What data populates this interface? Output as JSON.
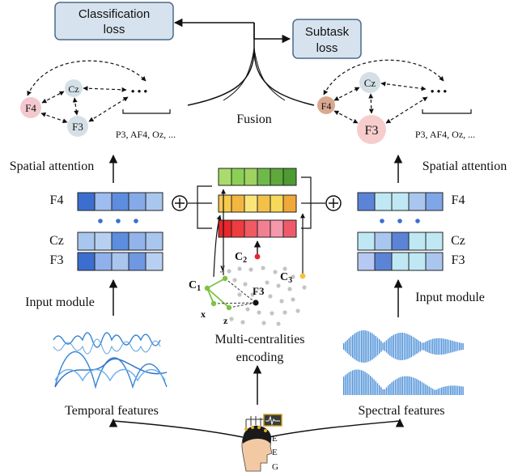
{
  "losses": {
    "classification_line1": "Classification",
    "classification_line2": "loss",
    "subtask_line1": "Subtask",
    "subtask_line2": "loss"
  },
  "fusion": "Fusion",
  "left_graph": {
    "node_f4": "F4",
    "node_cz": "Cz",
    "node_f3": "F3",
    "ellipsis": "• • •",
    "more_channels": "P3, AF4, Oz, ..."
  },
  "right_graph": {
    "node_f4": "F4",
    "node_cz": "Cz",
    "node_f3": "F3",
    "ellipsis": "• • •",
    "more_channels": "P3, AF4, Oz, ..."
  },
  "spatial_attention_left": "Spatial attention",
  "spatial_attention_right": "Spatial attention",
  "left_rows": {
    "f4": "F4",
    "cz": "Cz",
    "f3": "F3"
  },
  "right_rows": {
    "f4": "F4",
    "cz": "Cz",
    "f3": "F3"
  },
  "input_module_left": "Input module",
  "input_module_right": "Input module",
  "temporal_features": "Temporal features",
  "spectral_features": "Spectral features",
  "centrality": {
    "c1": "C",
    "c1_sub": "1",
    "c2": "C",
    "c2_sub": "2",
    "c3": "C",
    "c3_sub": "3",
    "f3": "F3",
    "x": "x",
    "y": "y",
    "z": "z",
    "title_line1": "Multi-centralities",
    "title_line2": "encoding"
  },
  "eeg_letters": [
    "E",
    "E",
    "G"
  ],
  "colors": {
    "loss_box_fill": "#d6e3ee",
    "loss_box_stroke": "#4a6a88",
    "f4_left_node": "#f3c9cf",
    "f4_right_node": "#d8a990",
    "cz_node": "#d4e0e6",
    "f3_left_node": "#d4e0e6",
    "f3_right_node": "#f6cdcc",
    "blue_deep": "#5b84d6",
    "blue_light": "#a9c6ee",
    "cyan_light": "#bfe8f4",
    "wave_blue": "#4a8fd8",
    "green_row": [
      "#a9dc6c",
      "#8ccf55",
      "#9fd25f",
      "#6fb94a",
      "#5ea83c",
      "#4e9a33"
    ],
    "yellow_row": [
      "#f7c94e",
      "#f3b63f",
      "#f9e57a",
      "#f3c04a",
      "#f7d95a",
      "#f0a83b"
    ],
    "red_row": [
      "#e8262b",
      "#ee3c3f",
      "#f05a62",
      "#f37f93",
      "#f598ac",
      "#ef5a6b"
    ]
  }
}
